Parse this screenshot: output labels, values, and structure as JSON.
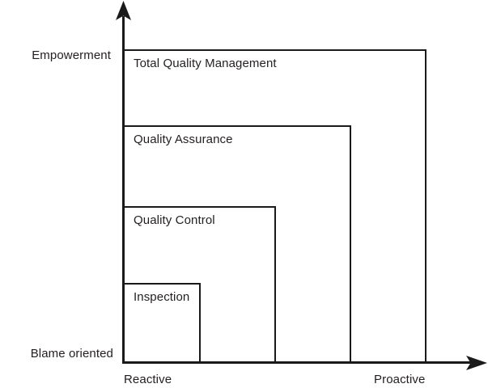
{
  "diagram": {
    "y_axis": {
      "top_label": "Empowerment",
      "bottom_label": "Blame oriented"
    },
    "x_axis": {
      "left_label": "Reactive",
      "right_label": "Proactive"
    },
    "levels": [
      {
        "label": "Total Quality Management"
      },
      {
        "label": "Quality Assurance"
      },
      {
        "label": "Quality Control"
      },
      {
        "label": "Inspection"
      }
    ],
    "colors": {
      "line": "#1a1a1a",
      "text": "#231f20",
      "background": "#ffffff"
    }
  }
}
